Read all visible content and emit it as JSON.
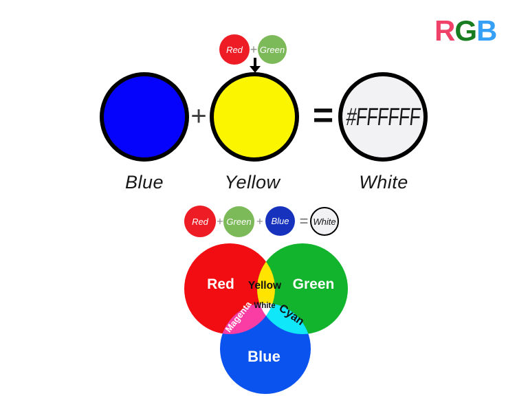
{
  "logo": {
    "letters": [
      {
        "char": "R",
        "color": "#F04169"
      },
      {
        "char": "G",
        "color": "#177D20"
      },
      {
        "char": "B",
        "color": "#36A0F6"
      }
    ]
  },
  "operators": {
    "plus": "+",
    "equals": "="
  },
  "icons": {
    "down_arrow": "down-arrow"
  },
  "top_mini_equation": {
    "red": {
      "label": "Red",
      "color": "#EE1C25"
    },
    "green": {
      "label": "Green",
      "color": "#7CBA59"
    }
  },
  "main_equation": {
    "blue_circle": {
      "label": "Blue",
      "fill": "#0503FC"
    },
    "yellow_circle": {
      "label": "Yellow",
      "fill": "#FBF500"
    },
    "white_circle": {
      "label": "White",
      "fill": "#F2F1F3",
      "hex_text": "#FFFFFF"
    }
  },
  "rgb_mini_equation": {
    "red": {
      "label": "Red",
      "fill": "#EE1C25"
    },
    "green": {
      "label": "Green",
      "fill": "#7CBA59"
    },
    "blue": {
      "label": "Blue",
      "fill": "#1733BE"
    },
    "white": {
      "label": "White",
      "fill": "#F2F1F3"
    }
  },
  "venn": {
    "circles": [
      {
        "label": "Red",
        "color": "#F10D12"
      },
      {
        "label": "Green",
        "color": "#12B42D"
      },
      {
        "label": "Blue",
        "color": "#0B53EE"
      }
    ],
    "overlaps": [
      {
        "label": "Yellow",
        "color": "#FFE400"
      },
      {
        "label": "Magenta",
        "color": "#FA3CA5"
      },
      {
        "label": "Cyan",
        "color": "#10E7F9"
      },
      {
        "label": "White",
        "color": "#FFFFFF"
      }
    ]
  }
}
